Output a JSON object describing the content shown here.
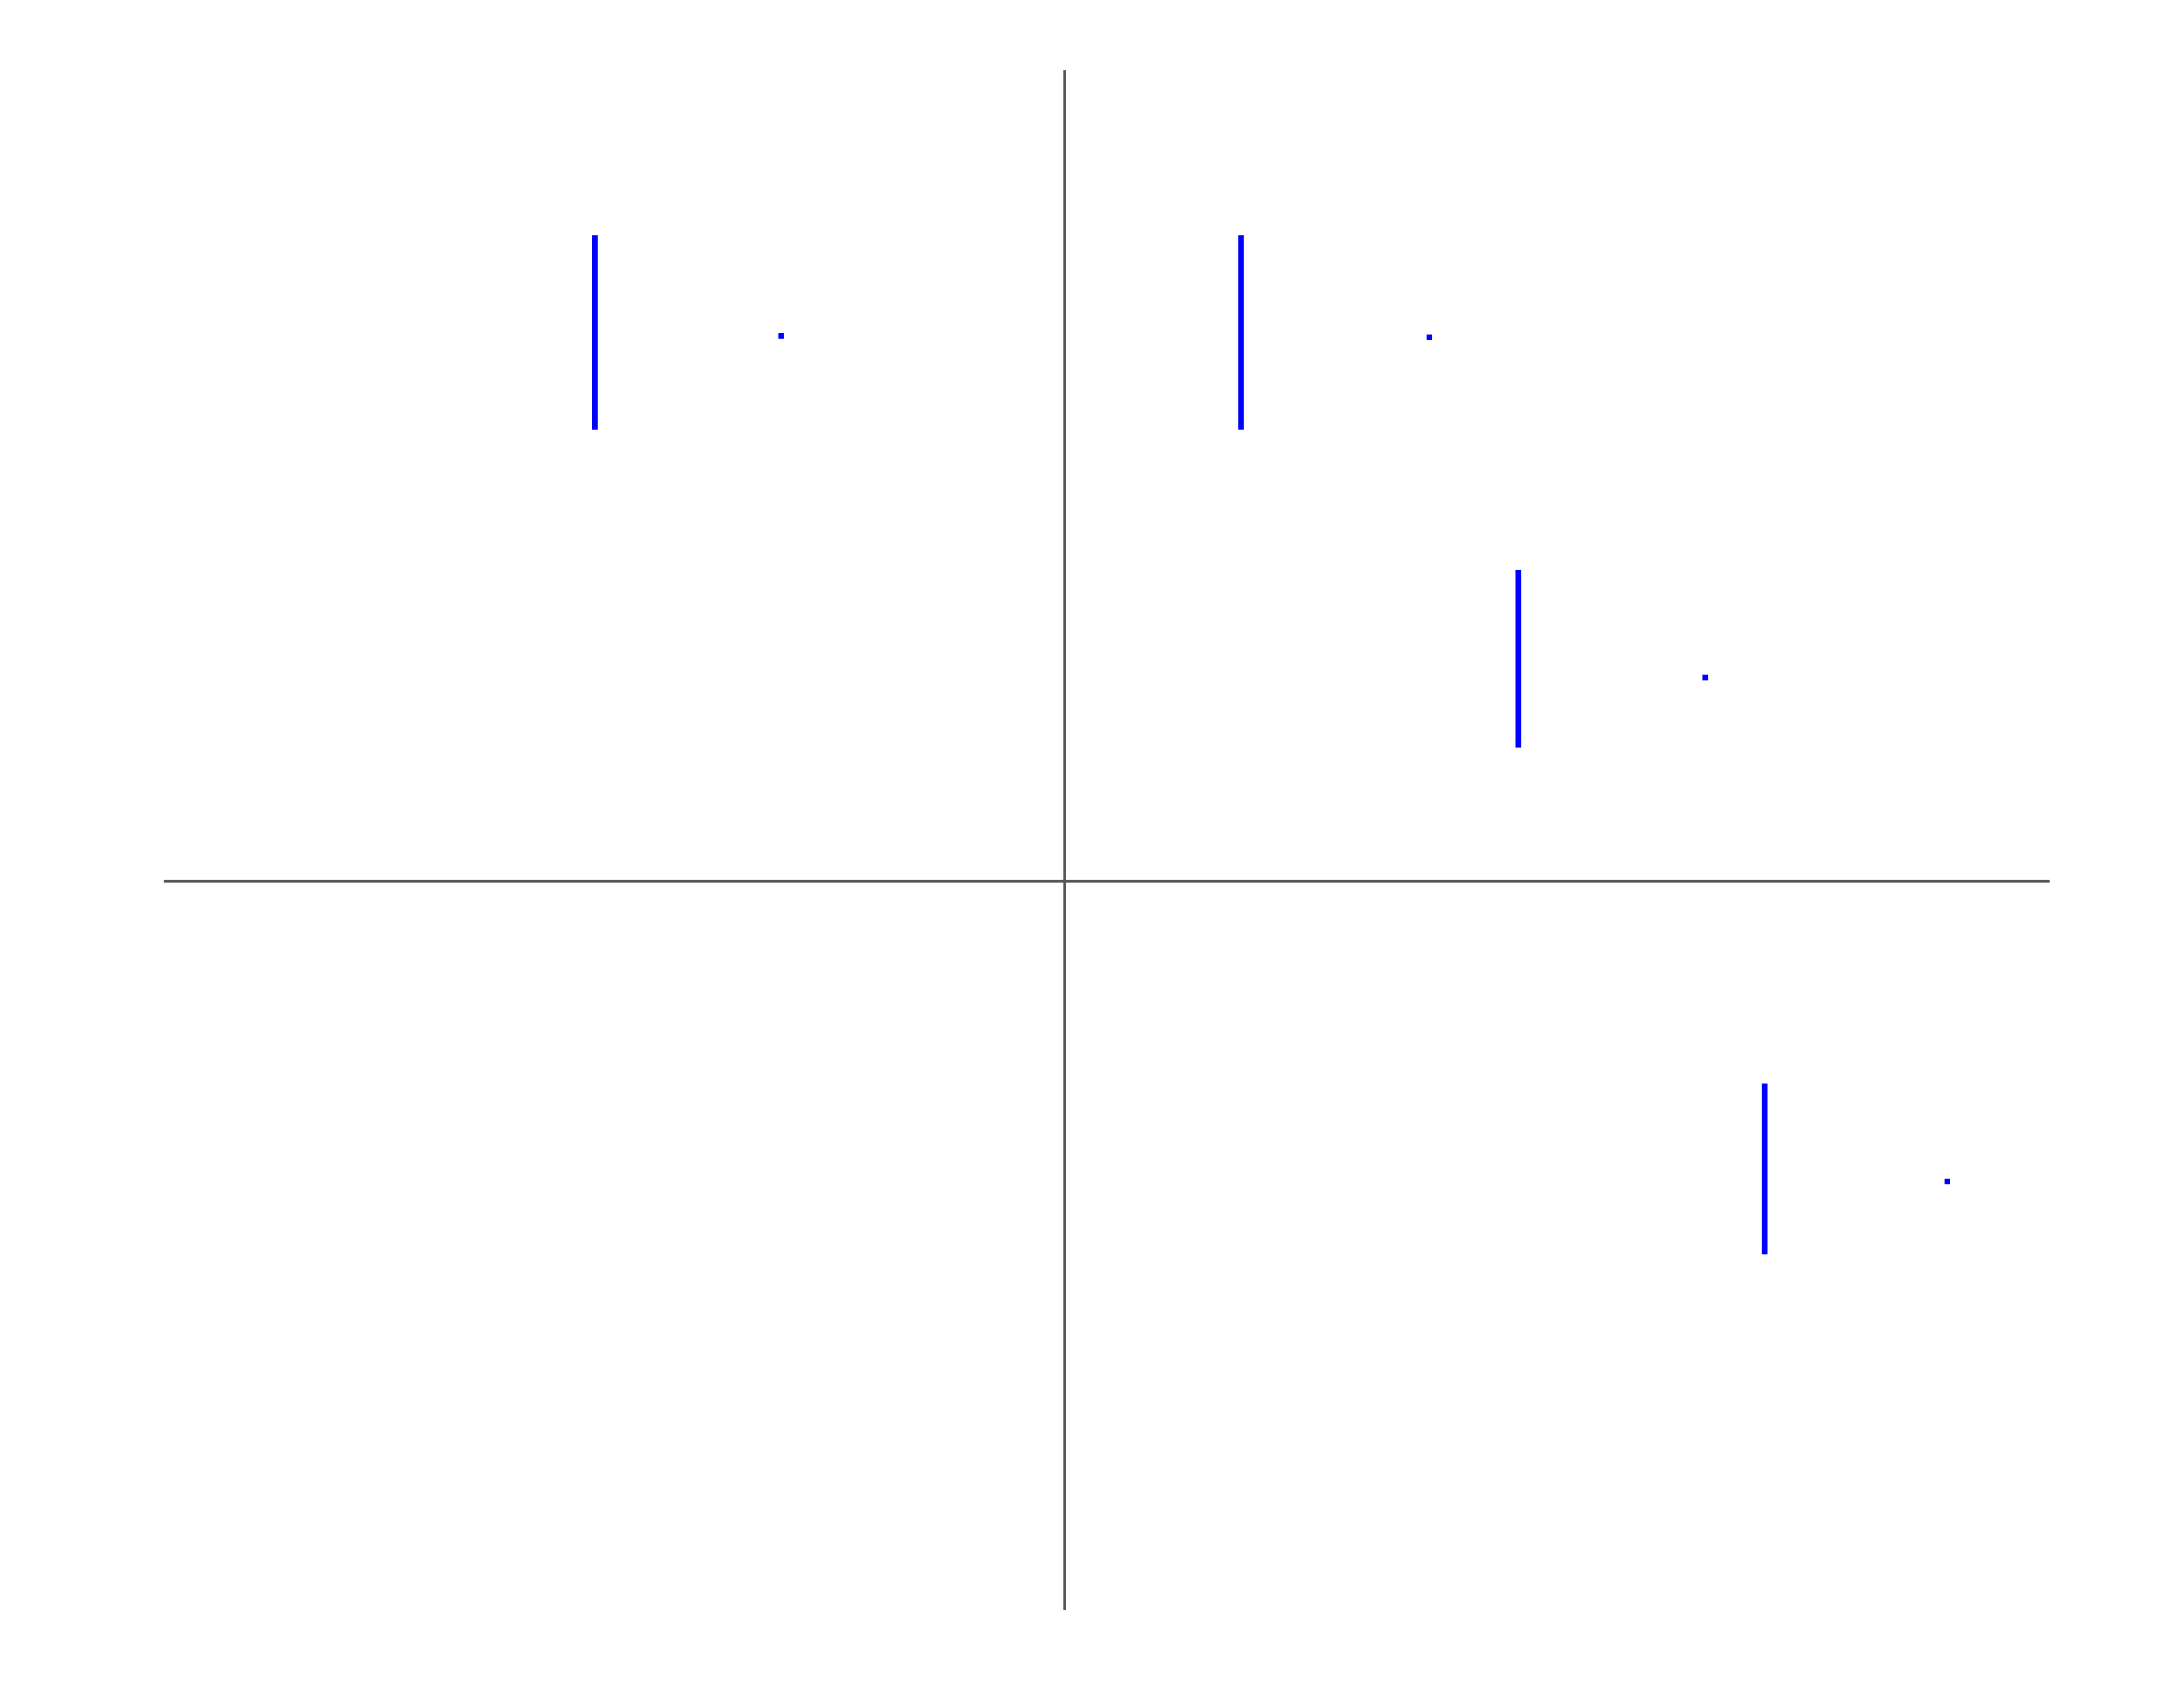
{
  "diagram": {
    "axis_color": "#555555",
    "mark_color": "#0000ff",
    "axes": [
      {
        "id": "vertical-axis"
      },
      {
        "id": "horizontal-axis"
      }
    ],
    "figures": [
      {
        "id": "figure-1",
        "quadrant": "top-left"
      },
      {
        "id": "figure-2",
        "quadrant": "top-right"
      },
      {
        "id": "figure-3",
        "quadrant": "top-right"
      },
      {
        "id": "figure-4",
        "quadrant": "bottom-right"
      }
    ]
  }
}
